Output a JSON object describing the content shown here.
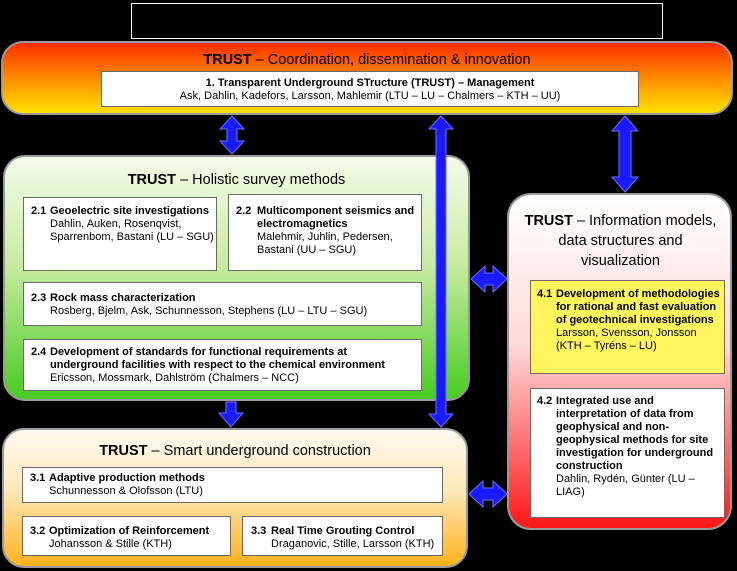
{
  "header_box": {
    "text": ""
  },
  "coordination": {
    "title_strong": "TRUST",
    "title_rest": " – Coordination, dissemination & innovation",
    "box_1": {
      "heading": "1. Transparent Underground STructure (TRUST) – Management",
      "people": "Ask, Dahlin, Kadefors, Larsson, Mahlemir (LTU – LU – Chalmers – KTH – UU)"
    }
  },
  "survey": {
    "title_strong": "TRUST",
    "title_rest": " – Holistic survey methods",
    "b21": {
      "num": "2.1",
      "heading": "Geoelectric site investigations",
      "people": "Dahlin, Auken, Rosenqvist, Sparrenbom, Bastani (LU – SGU)"
    },
    "b22": {
      "num": "2.2",
      "heading": "Multicomponent seismics and electromagnetics",
      "people": "Malehmir, Juhlin, Pedersen, Bastani (UU – SGU)"
    },
    "b23": {
      "num": "2.3",
      "heading": "Rock mass characterization",
      "people": "Rosberg, Bjelm, Ask, Schunnesson, Stephens (LU – LTU – SGU)"
    },
    "b24": {
      "num": "2.4",
      "heading": "Development of standards for functional requirements at underground facilities with respect to the chemical environment",
      "people": "Ericsson, Mossmark, Dahlström (Chalmers – NCC)"
    }
  },
  "construction": {
    "title_strong": "TRUST",
    "title_rest": " – Smart underground construction",
    "b31": {
      "num": "3.1",
      "heading": "Adaptive production methods",
      "people": "Schunnesson & Olofsson (LTU)"
    },
    "b32": {
      "num": "3.2",
      "heading": "Optimization of  Reinforcement",
      "people": "Johansson & Stille (KTH)"
    },
    "b33": {
      "num": "3.3",
      "heading": "Real Time Grouting Control",
      "people": "Draganovic, Stille, Larsson (KTH)"
    }
  },
  "information": {
    "title_strong": "TRUST",
    "title_rest": " – Information models, data structures and visualization",
    "b41": {
      "num": "4.1",
      "heading": "Development of methodologies for rational and fast evaluation of geotechnical investigations",
      "people": "Larsson, Svensson, Jonsson (KTH – Tyréns – LU)"
    },
    "b42": {
      "num": "4.2",
      "heading": "Integrated use and interpretation of data from geophysical and non-geophysical methods for site investigation for underground construction",
      "people": "Dahlin, Rydén, Günter (LU – LIAG)"
    }
  },
  "colors": {
    "arrow": "#1a1aff",
    "arrow_outline": "#6a6aff"
  }
}
